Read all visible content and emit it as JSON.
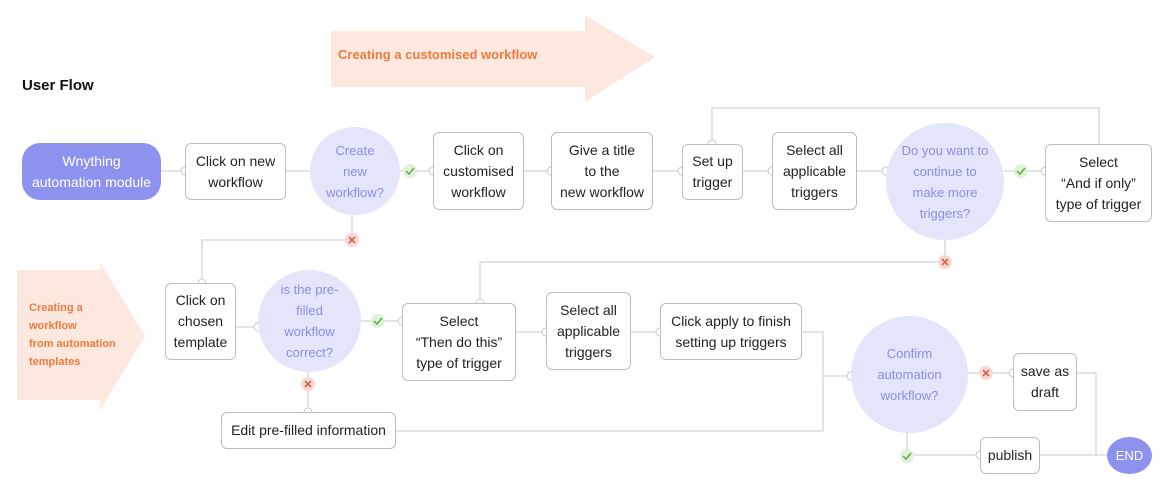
{
  "title": "User Flow",
  "banners": {
    "custom": "Creating a customised workflow",
    "template": "Creating a\nworkflow\nfrom automation\ntemplates"
  },
  "colors": {
    "start_fill": "#8d92ee",
    "decision_fill": "#e3e5fb",
    "decision_text": "#8a8fe0",
    "banner_fill": "#fde8df",
    "banner_text": "#f07a3c",
    "yes_marker": "#dff2d8",
    "no_marker": "#f6d9d2"
  },
  "nodes": {
    "start": "Wnything\nautomation module",
    "click_new": "Click on new\nworkflow",
    "create_new": "Create\nnew\nworkflow?",
    "click_custom": "Click on\ncustomised\nworkflow",
    "give_title": "Give a title\nto the\nnew workflow",
    "set_up": "Set up\ntrigger",
    "select_all_1": "Select all\napplicable\ntriggers",
    "more_triggers": "Do you want to\ncontinue to\nmake more\ntriggers?",
    "and_if_only": "Select\n“And if only”\ntype of trigger",
    "click_template": "Click on\nchosen\ntemplate",
    "prefilled": "is the pre-\nfilled\nworkflow\ncorrect?",
    "then_do": "Select\n“Then do this”\ntype of trigger",
    "select_all_2": "Select all\napplicable\ntriggers",
    "click_apply": "Click apply to finish\nsetting up triggers",
    "confirm": "Confirm\nautomation\nworkflow?",
    "save_draft": "save as\ndraft",
    "edit_prefilled": "Edit pre-filled information",
    "publish": "publish",
    "end": "END"
  }
}
